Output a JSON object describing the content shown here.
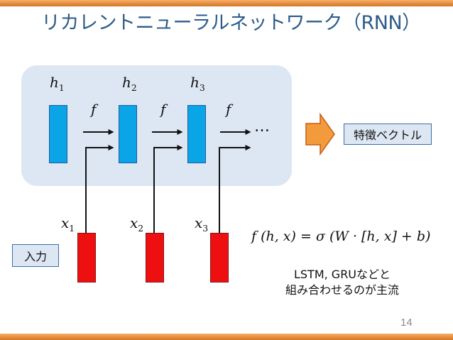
{
  "title": "リカレントニューラルネットワーク（RNN）",
  "hidden_labels": [
    "h",
    "h",
    "h"
  ],
  "hidden_subs": [
    "1",
    "2",
    "3"
  ],
  "input_labels": [
    "x",
    "x",
    "x"
  ],
  "input_subs": [
    "1",
    "2",
    "3"
  ],
  "function_label": "f",
  "ellipsis": "…",
  "feature_vector_label": "特徴ベクトル",
  "input_label": "入力",
  "formula": {
    "lhs": "f (h, x)",
    "eq": " = ",
    "sigma": "σ",
    "rhs": " (W · [h, x] + b)"
  },
  "note": {
    "line1": "LSTM, GRUなどと",
    "line2": "組み合わせるのが主流"
  },
  "page_number": "14",
  "colors": {
    "hidden_fill": "#0aa5e6",
    "input_fill": "#ee1010",
    "panel_fill": "#dde7f3",
    "title_color": "#2d5c8a",
    "arrow_fill": "#f39a3c"
  }
}
